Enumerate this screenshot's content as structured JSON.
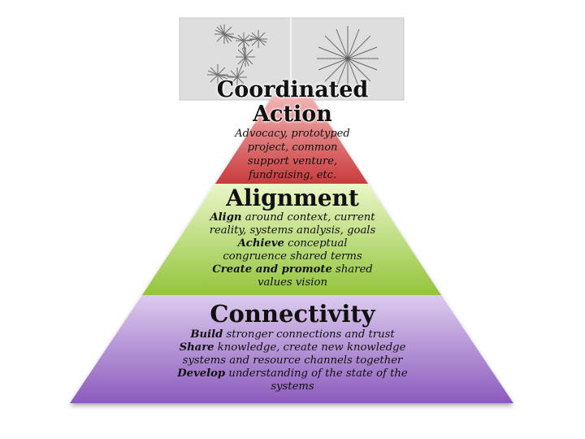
{
  "image": {
    "description_icons": [
      "network-cluster-icon",
      "hub-and-spoke-icon"
    ],
    "background": "#dcdcdc"
  },
  "tiers": {
    "top": {
      "title_line1": "Coordinated",
      "title_line2": "Action",
      "lines": [
        "Advocacy, prototyped",
        "project, common",
        "support venture,",
        "fundraising, etc."
      ],
      "color": "#d9474a"
    },
    "middle": {
      "title": "Alignment",
      "line1_bold": "Align",
      "line1_rest": " around context, current",
      "line2": "reality, systems analysis, goals",
      "line3_bold": "Achieve",
      "line3_rest": " conceptual",
      "line4": "congruence shared terms",
      "line5_bold": "Create and promote",
      "line5_rest": " shared",
      "line6": "values vision",
      "color": "#9ccc4a"
    },
    "bottom": {
      "title": "Connectivity",
      "line1_bold": "Build",
      "line1_rest": " stronger connections and trust",
      "line2_bold": "Share",
      "line2_rest": " knowledge, create new knowledge",
      "line3": "systems and resource channels together",
      "line4_bold": "Develop",
      "line4_rest": " understanding of the state of the",
      "line5": "systems",
      "color": "#9a6fc4"
    }
  }
}
